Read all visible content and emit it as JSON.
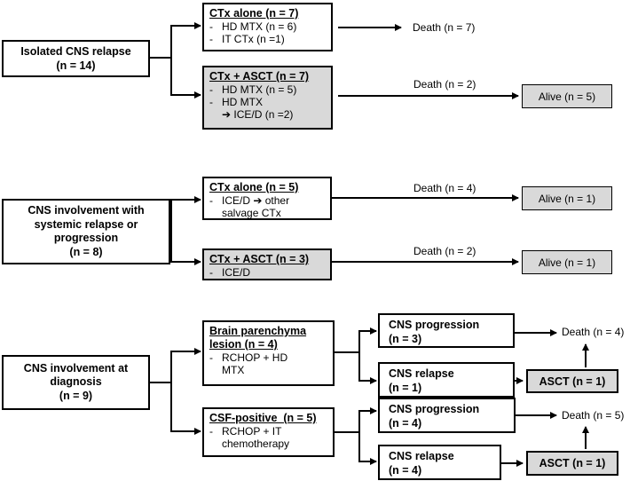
{
  "sections": [
    {
      "root": "Isolated CNS relapse\n(n = 14)",
      "branches": [
        {
          "title": "CTx alone (n = 7)",
          "items": [
            "HD MTX (n = 6)",
            "IT CTx (n =1)"
          ],
          "death": "Death (n = 7)"
        },
        {
          "title": "CTx + ASCT (n = 7)",
          "items": [
            "HD MTX (n = 5)",
            "HD MTX\n➔ ICE/D (n =2)"
          ],
          "death": "Death (n = 2)",
          "alive": "Alive (n = 5)"
        }
      ]
    },
    {
      "root": "CNS involvement with\nsystemic relapse or\nprogression\n(n = 8)",
      "branches": [
        {
          "title": "CTx alone (n = 5)",
          "items": [
            "ICE/D ➔ other\nsalvage CTx"
          ],
          "death": "Death (n = 4)",
          "alive": "Alive (n = 1)"
        },
        {
          "title": "CTx + ASCT (n = 3)",
          "items": [
            "ICE/D"
          ],
          "death": "Death (n = 2)",
          "alive": "Alive (n = 1)"
        }
      ]
    },
    {
      "root": "CNS involvement at\ndiagnosis\n(n = 9)",
      "branches": [
        {
          "title": "Brain parenchyma\nlesion (n = 4)",
          "items": [
            "RCHOP + HD\nMTX"
          ],
          "progression": "CNS progression\n(n = 3)",
          "relapse": "CNS relapse\n(n = 1)",
          "asct": "ASCT (n = 1)",
          "death": "Death (n = 4)"
        },
        {
          "title": "CSF-positive  (n = 5)",
          "items": [
            "RCHOP + IT\nchemotherapy"
          ],
          "progression": "CNS progression\n(n = 4)",
          "relapse": "CNS relapse\n(n = 4)",
          "asct": "ASCT (n = 1)",
          "death": "Death (n = 5)"
        }
      ]
    }
  ]
}
